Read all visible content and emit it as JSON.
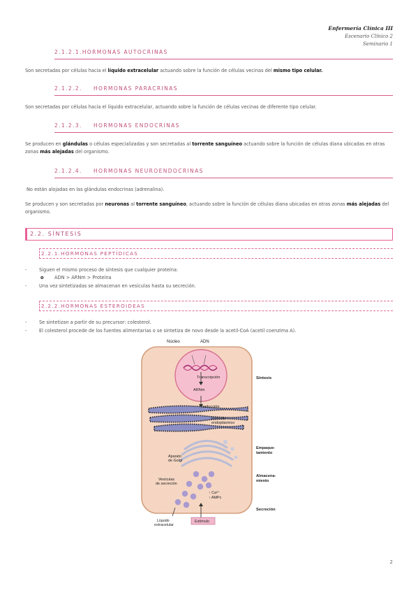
{
  "header": {
    "line1": "Enfermería Clínica III",
    "line2": "Escenario Clínico 2",
    "line3": "Seminario 1"
  },
  "s2124": {
    "num": "2.1.2.1.",
    "title": "HORMONAS AUTOCRINAS"
  },
  "p1": {
    "a": "Son secretadas por células hacia el ",
    "b1": "líquido extracelular",
    "c": " actuando sobre la función de células vecinas del ",
    "b2": "mismo tipo celular."
  },
  "s2122": {
    "num": "2.1.2.2.",
    "title": "HORMONAS PARACRINAS"
  },
  "p2": "Son secretadas por células hacia el líquido extracelular, actuando sobre la función de células vecinas de diferente tipo celular.",
  "s2123": {
    "num": "2.1.2.3.",
    "title": "HORMONAS ENDOCRINAS"
  },
  "p3": {
    "a": "Se producen en ",
    "b1": "glándulas",
    "c": " o células especializadas y son secretadas al ",
    "b2": "torrente sanguíneo",
    "d": " actuando sobre la función de células diana ubicadas en otras zonas ",
    "b3": "más alejadas",
    "e": " del organismo."
  },
  "s2125": {
    "num": "2.1.2.4.",
    "title": "HORMONAS NEUROENDOCRINAS"
  },
  "p4": "No están alojadas en las glándulas endocrinas (adrenalina).",
  "p5": {
    "a": "Se producen y son secretadas por ",
    "b1": "neuronas",
    "c": " al ",
    "b2": "torrente sanguíneo",
    "d": ", actuando sobre la función de células diana ubicadas en otras zonas ",
    "b3": "más alejadas",
    "e": " del organismo."
  },
  "s22": {
    "title": "2.2. SÍNTESIS"
  },
  "s221": {
    "title": "2.2.1.HORMONAS PEPTÍDICAS"
  },
  "l1": {
    "mark": "-",
    "text": "Siguen el mismo proceso de síntesis que cualquier proteína:"
  },
  "l2": {
    "mark": "o",
    "text": "ADN > ARNm > Proteína"
  },
  "l3": {
    "mark": "-",
    "text": "Una vez sintetizadas se almacenan en vesículas hasta su secreción."
  },
  "s222": {
    "title": "2.2.2.HORMONAS ESTEROIDEAS"
  },
  "l4": {
    "mark": "-",
    "text": "Se sintetizan a partir de su precursor: colesterol."
  },
  "l5": {
    "mark": "-",
    "text": "El colesterol procede de los fuentes alimentarias o se sintetiza de novo desde la acetil-CoA (acetil coenzima A)."
  },
  "figure": {
    "nucleo": "Núcleo",
    "adn": "ADN",
    "transcripcion": "Transcripción",
    "arnm": "ARNm",
    "traduccion": "Traducción",
    "reticulo1": "Retículo",
    "reticulo2": "endoplásmico",
    "golgi1": "Aparato",
    "golgi2": "de Golgi",
    "vesiculas1": "Vesículas",
    "vesiculas2": "de secreción",
    "ca": "↑ Ca²⁺",
    "ampc": "↑ AMPc",
    "liquido1": "Líquido",
    "liquido2": "extracelular",
    "estimulo": "Estímulo",
    "sintesis": "Síntesis",
    "empaque1": "Empaque-",
    "empaque2": "tamiento",
    "almacena1": "Almacena-",
    "almacena2": "miento",
    "secrecion": "Secreción"
  },
  "page_number": "2"
}
